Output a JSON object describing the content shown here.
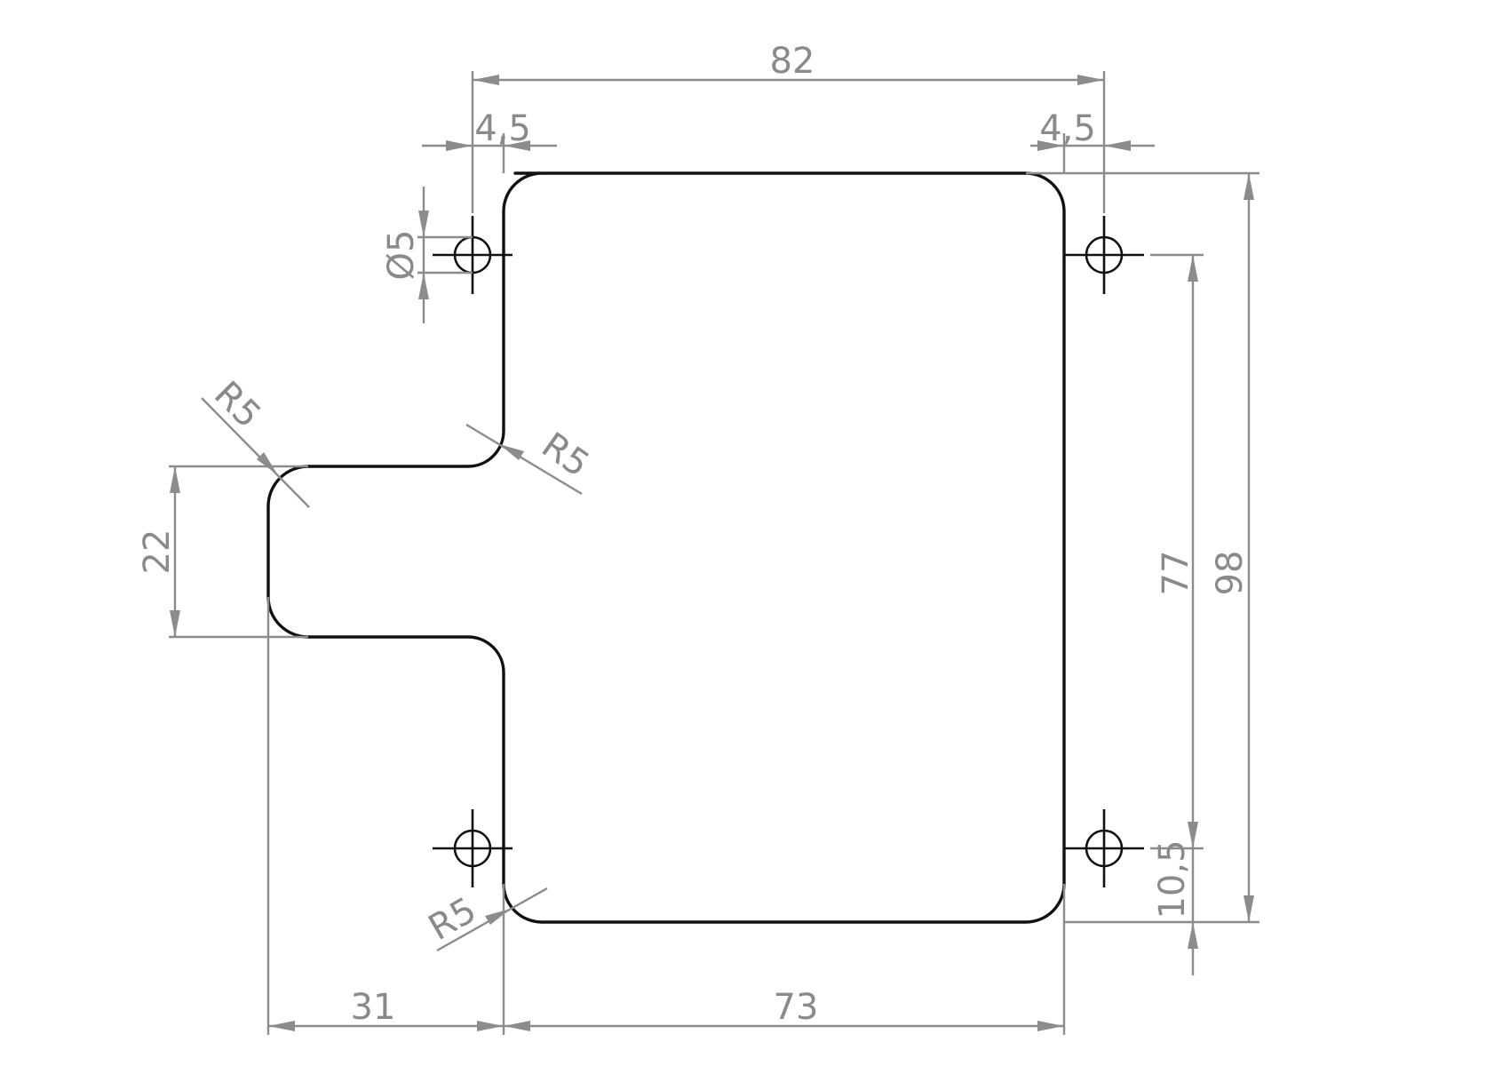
{
  "drawing": {
    "dimensions": {
      "overall_width": "82",
      "left_hole_offset": "4,5",
      "right_hole_offset": "4,5",
      "hole_diameter": "Ø5",
      "tab_corner_radius": "R5",
      "inner_corner_radius": "R5",
      "bottom_corner_radius": "R5",
      "tab_height": "22",
      "tab_width": "31",
      "body_width": "73",
      "hole_spacing_vertical": "77",
      "overall_height": "98",
      "bottom_hole_offset": "10,5"
    },
    "colors": {
      "part_outline": "#111111",
      "dimension_lines": "#8c8c8c",
      "dimension_text": "#8a8a8a",
      "background": "#ffffff"
    }
  }
}
